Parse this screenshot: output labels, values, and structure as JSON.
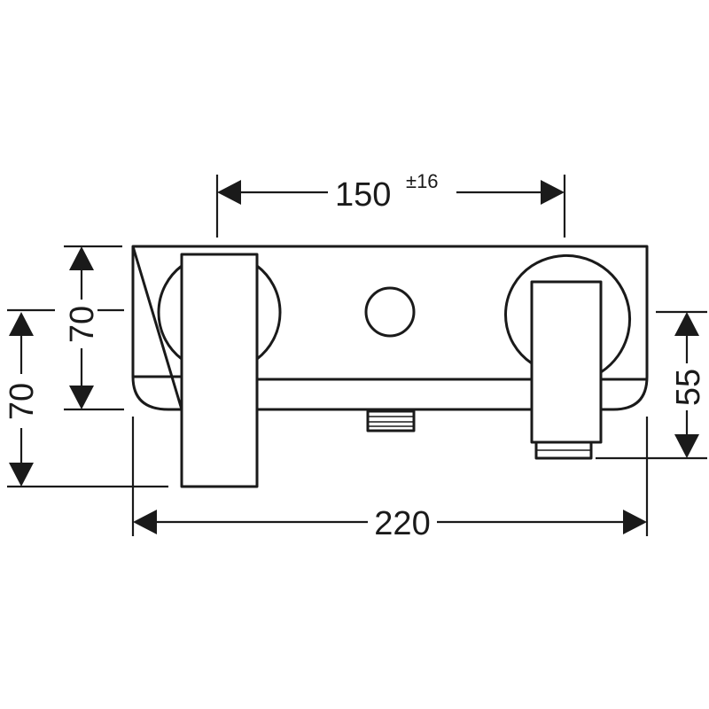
{
  "drawing": {
    "stroke_color": "#1a1a1a",
    "background": "#ffffff",
    "dimensions": {
      "spacing": {
        "value": "150",
        "tolerance": "±16"
      },
      "overall_width": {
        "value": "220"
      },
      "left_upper_height": {
        "value": "70"
      },
      "left_lower_height": {
        "value": "70"
      },
      "right_height": {
        "value": "55"
      }
    }
  }
}
